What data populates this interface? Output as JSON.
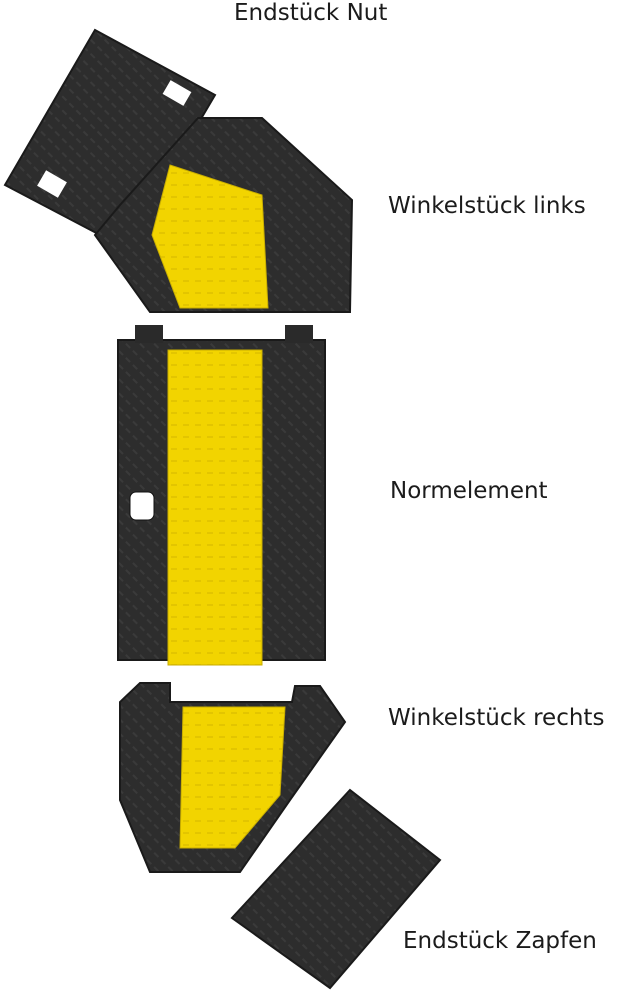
{
  "labels": {
    "end_groove": "Endstück Nut",
    "angle_left": "Winkelstück links",
    "standard": "Normelement",
    "angle_right": "Winkelstück rechts",
    "end_tenon": "Endstück Zapfen"
  },
  "colors": {
    "rubber": "#2a2a2a",
    "rubber_edge": "#1a1a1a",
    "cover": "#f2d400"
  }
}
